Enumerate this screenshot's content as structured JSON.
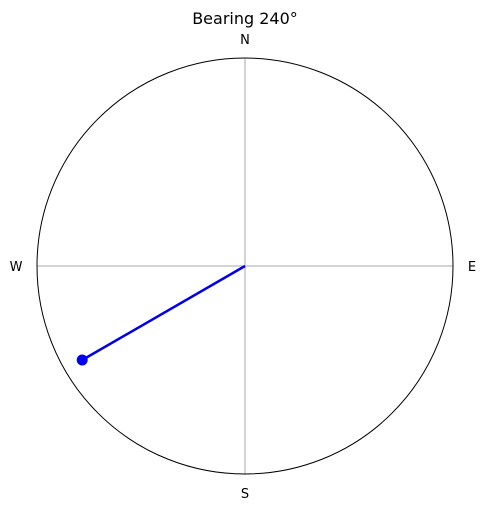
{
  "title": "Bearing 240°",
  "bearing_deg": 240,
  "directions": {
    "north": "N",
    "east": "E",
    "south": "S",
    "west": "W"
  },
  "colors": {
    "bearing_line": "#0000ee",
    "circle": "#000000",
    "crosshair": "#aaaaaa"
  }
}
